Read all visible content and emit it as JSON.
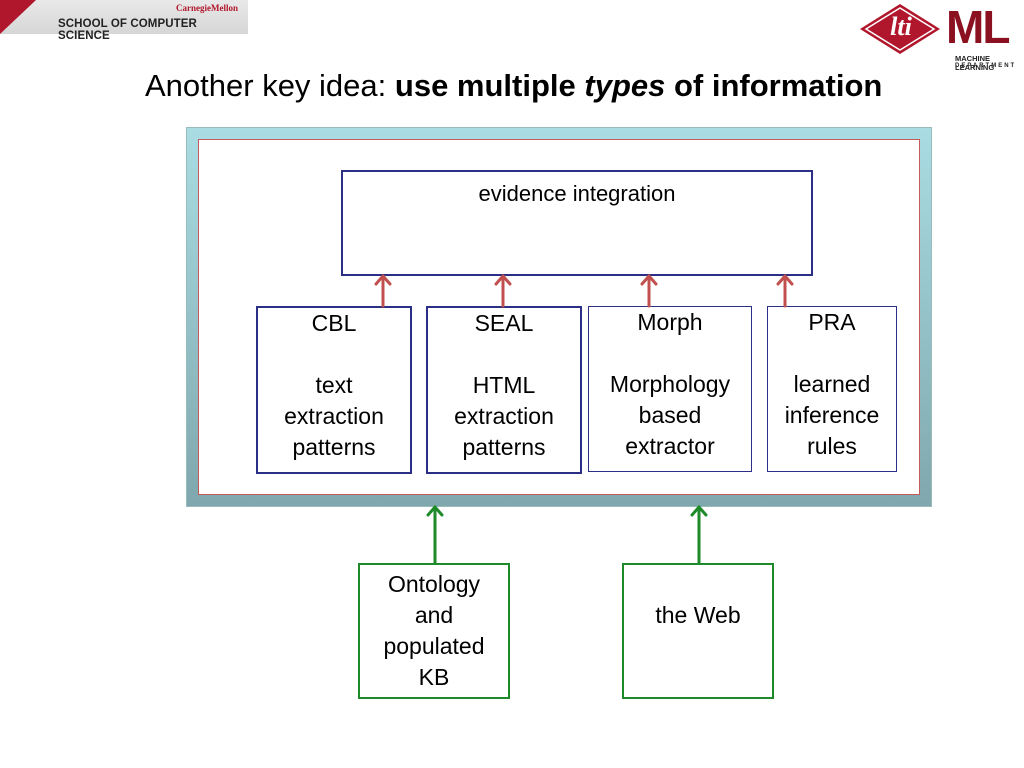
{
  "header": {
    "university": "CarnegieMellon",
    "school": "SCHOOL OF COMPUTER SCIENCE"
  },
  "logos": {
    "lti": "lti",
    "ml": "ML",
    "ml_line1": "MACHINE LEARNING",
    "ml_line2": "DEPARTMENT"
  },
  "title": {
    "prefix": "Another key idea: ",
    "bold1": "use multiple ",
    "italic": "types",
    "bold2": " of information"
  },
  "diagram": {
    "integration": "evidence integration",
    "components": [
      {
        "name": "CBL",
        "lines": [
          "text",
          "extraction",
          "patterns"
        ]
      },
      {
        "name": "SEAL",
        "lines": [
          "HTML",
          "extraction",
          "patterns"
        ]
      },
      {
        "name": "Morph",
        "lines": [
          "Morphology",
          "based",
          "extractor"
        ]
      },
      {
        "name": "PRA",
        "lines": [
          "learned",
          "inference",
          "rules"
        ]
      }
    ],
    "sources": [
      {
        "lines": [
          "Ontology",
          "and",
          "populated",
          "KB"
        ]
      },
      {
        "lines": [
          "the Web"
        ]
      }
    ]
  },
  "colors": {
    "cmu_red": "#b1172c",
    "box_border": "#2b2f86",
    "source_border": "#1e8a2a",
    "up_arrow": "#c0504d",
    "source_arrow": "#1e8a2a"
  }
}
